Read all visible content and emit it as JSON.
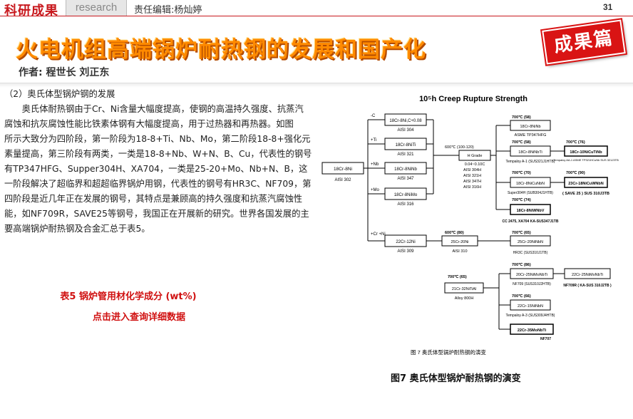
{
  "header": {
    "brand": "科研成果",
    "section": "research",
    "editor": "责任编辑:杨灿婷",
    "page_number": "31"
  },
  "article": {
    "title": "火电机组高端锅炉耐热钢的发展和国产化",
    "badge": "成果篇",
    "authors": "作者: 程世长 刘正东",
    "section_heading": "（2）奥氏体型锅炉钢的发展",
    "paragraph_1": "奥氏体耐热钢由于Cr、Ni含量大幅度提高，使钢的高温持久强度、抗蒸汽腐蚀和抗灰腐蚀性能比铁素体钢有大幅度提高，用于过热器和再热器。如图",
    "paragraph_2": "所示大致分为四阶段，第一阶段为18-8+Ti、Nb、Mo，第二阶段18-8+强化元素量提高，第三阶段有两类，一类是18-8+Nb、W+N、B、Cu，代表性的钢号有TP347HFG、Supper304H、XA704，一类是25-20+Mo、Nb+N、B，这一阶段解决了超临界和超超临界锅炉用钢，代表性的钢号有HR3C、NF709，第四阶段是近几年正在发展的钢号，其特点是兼顾高的持久强度和抗蒸汽腐蚀性能，如NF709R，SAVE25等钢号，我国正在开展新的研究。世界各国发展的主要高端锅炉耐热钢及合金汇总于表5。",
    "table_link": "表5 锅炉管用材化学成分 (wt%)",
    "query_link": "点击进入查询详细数据",
    "figure_caption": "图7 奥氏体型锅炉耐热钢的演变"
  },
  "figure": {
    "title": "10⁵h Creep Rupture Strength",
    "inner_caption": "图 7 奥氏体型锅炉耐热钢的演变",
    "stage1": {
      "root_box": "18Cr-8Ni",
      "root_label": "AISI 302",
      "branches": [
        {
          "edge": "-C",
          "box": "18Cr-8Ni,C+0.08",
          "label": "AISI 304"
        },
        {
          "edge": "+Ti",
          "box": "18Cr-8NiTi",
          "label": "AISI 321"
        },
        {
          "edge": "+Nb",
          "box": "18Cr-8NiNb",
          "label": "AISI 347"
        },
        {
          "edge": "+Mo",
          "box": "18Cr-8NiMo",
          "label": "AISI 316"
        },
        {
          "edge": "+Cr +Ni",
          "box": "22Cr-12Ni",
          "label": "AISI 309"
        }
      ]
    },
    "h_grade": {
      "value": "600℃ (100-120)",
      "box_1": "H Grade",
      "box_2": "0.04~0.10C",
      "labels": [
        "AISI 304H",
        "AISI 321H",
        "AISI 347H",
        "AISI 316H"
      ]
    },
    "stage3": [
      {
        "value": "700℃ (58)",
        "box": "18Cr-8NiNb",
        "label": "ASME TP347HFG"
      },
      {
        "value": "700℃ (58)",
        "box": "18Cr-8NiNbTi",
        "label": "Tempaloy A-1 (SUS321J1HTB)"
      },
      {
        "value": "700℃ (70)",
        "box": "18Cr-8NiCuNbN",
        "label": "Super304H (SUB304J1HTB)"
      },
      {
        "value": "700℃ (74)",
        "box": "18Cr-8NiWNbV",
        "label": "CC 2475, XA704 KA-SUS347J1TB"
      }
    ],
    "stage4": [
      {
        "value": "700℃ (76)",
        "box": "18Cr-10NiCuTiNb",
        "label": "Tempaloy AA-1 ASME TP321HCuNb SUS 321J3TB"
      },
      {
        "value": "700℃ (90)",
        "box": "23Cr-18NiCuWNbN",
        "label": "( SAVE 25 ) SUS 310J3TB"
      }
    ],
    "branch_25cr": {
      "value": "600℃ (80)",
      "box": "25Cr-20Ni",
      "label": "AISI 310",
      "next_value": "700℃ (65)",
      "next_box": "25Cr-20NiNbN",
      "next_label": "HR3C (SUS310J1TB)"
    },
    "branch_21cr": {
      "value": "700℃ (65)",
      "box": "21Cr-32NiTiAl",
      "label": "Alloy 800H",
      "children": [
        {
          "value": "700℃ (86)",
          "box": "20Cr-25NiMoNbTi",
          "label": "NF709 (SUS310J2HTB)"
        },
        {
          "value": "700℃ (66)",
          "box": "22Cr-15NiNbN",
          "label": "Tempaloy A-3 (SUS309J4HTB)"
        },
        {
          "value": "",
          "box": "22Cr-35MoNbTi",
          "label": "NF707"
        }
      ],
      "final_box": "22Cr-25NiMoNbTi",
      "final_label": "NF709R ( KA-SUS 310J2TB )"
    }
  }
}
